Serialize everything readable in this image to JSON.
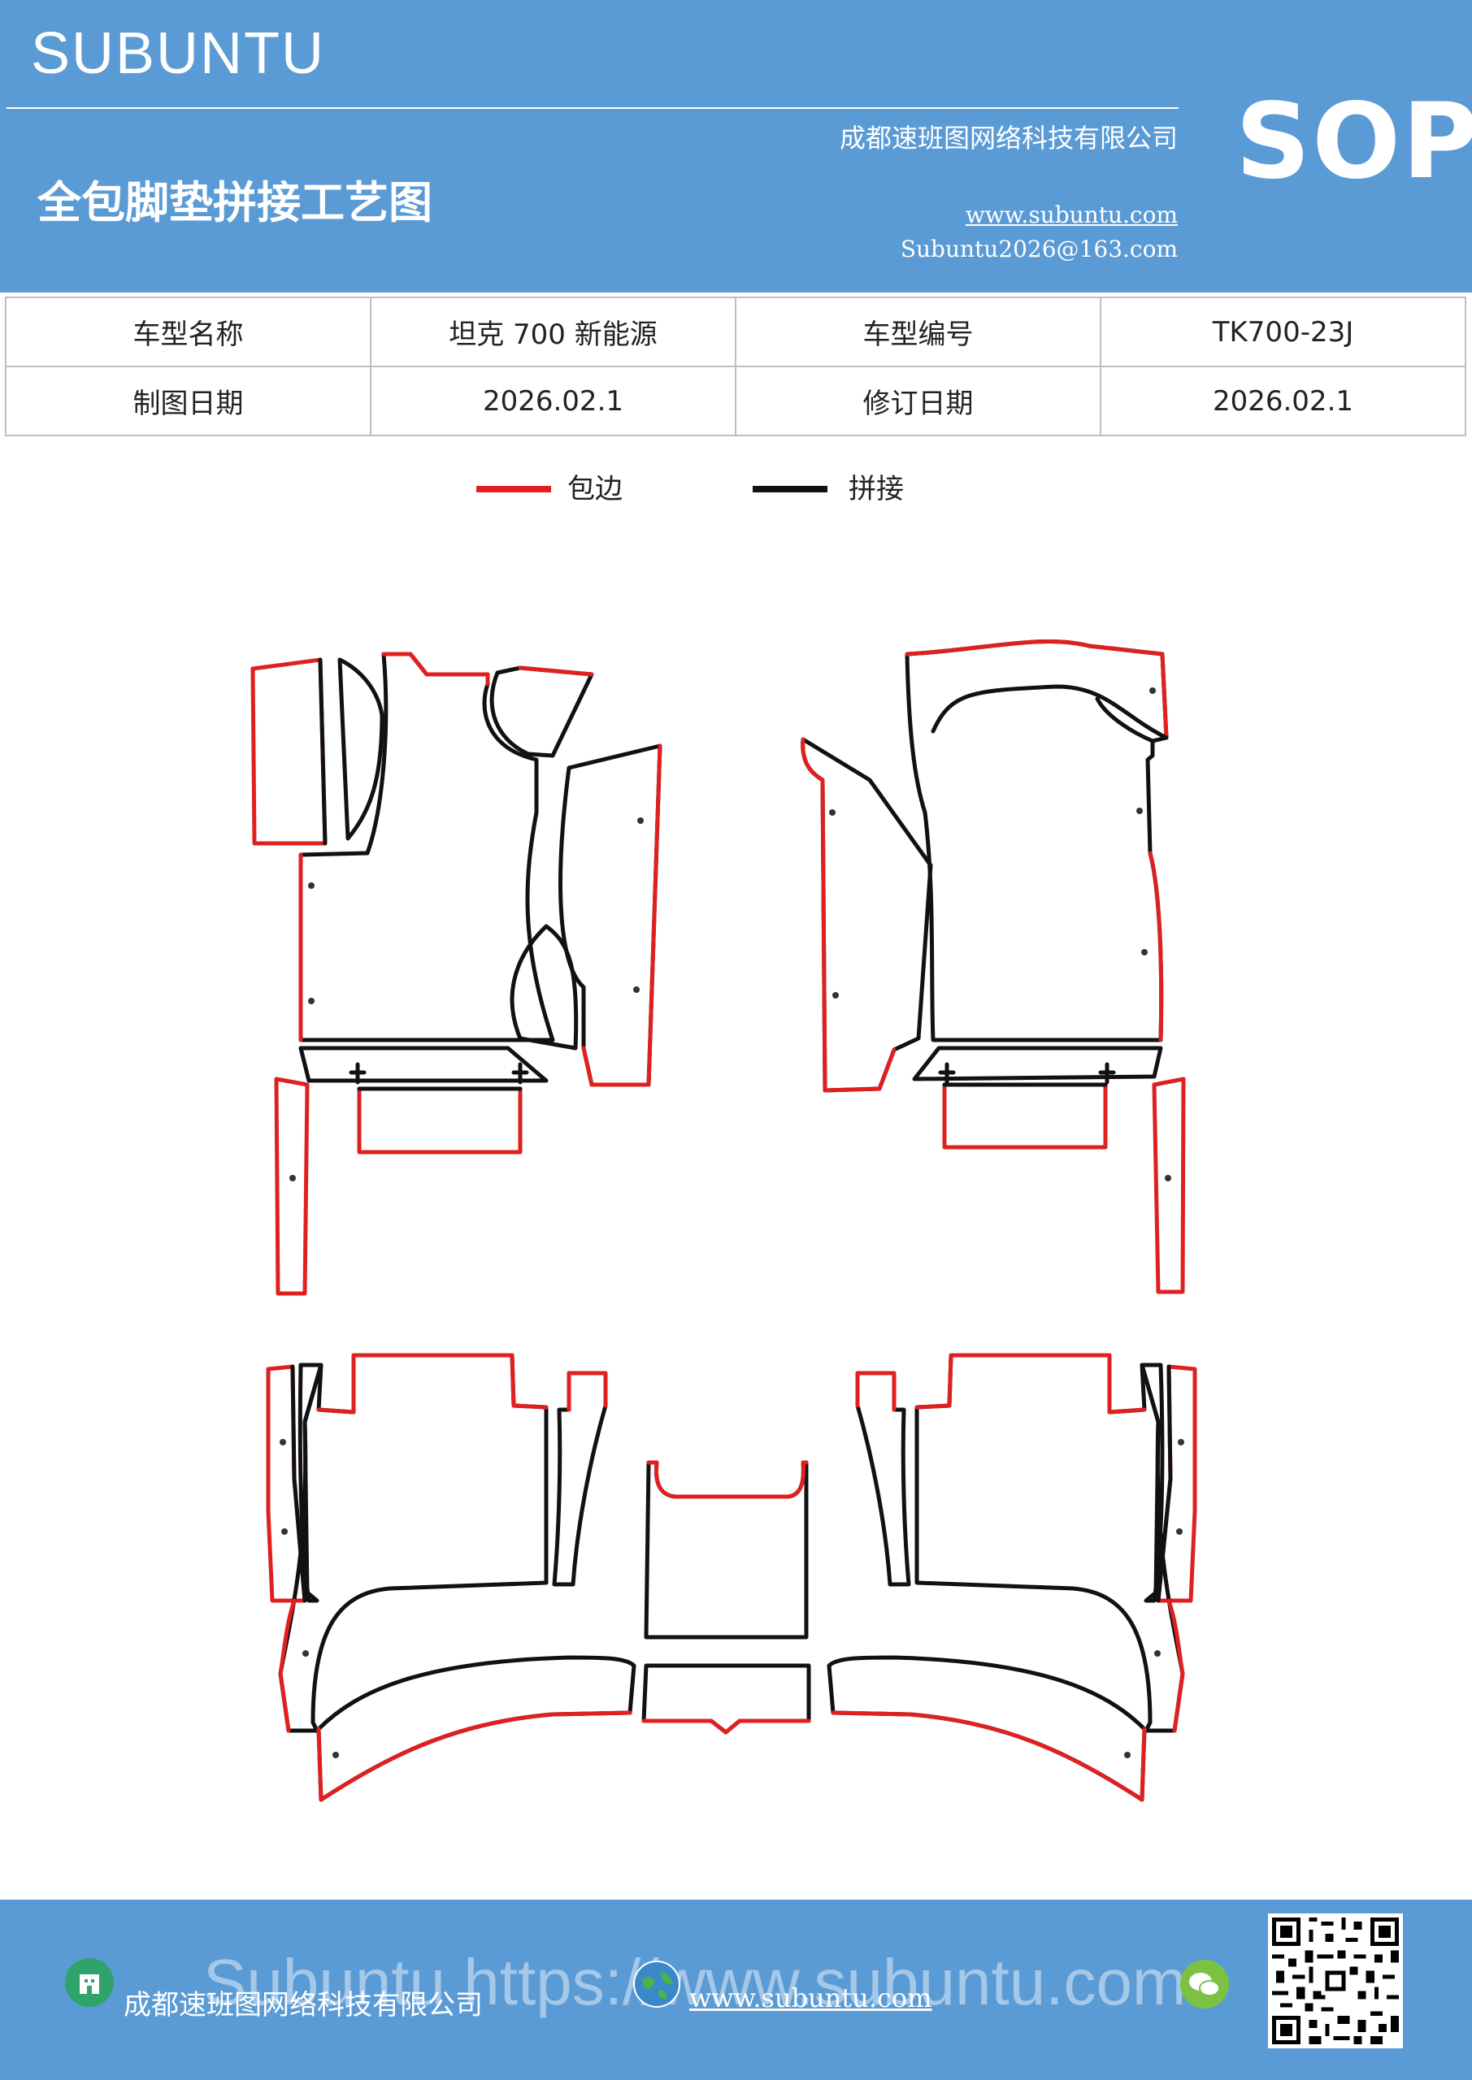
{
  "header": {
    "brand": "SUBUNTU",
    "company": "成都速班图网络科技有限公司",
    "title": "全包脚垫拼接工艺图",
    "website": "www.subuntu.com",
    "email": "Subuntu2026@163.com",
    "badge": "SOP"
  },
  "info_table": {
    "rows": [
      [
        "车型名称",
        "坦克 700 新能源",
        "车型编号",
        "TK700-23J"
      ],
      [
        "制图日期",
        "2026.02.1",
        "修订日期",
        "2026.02.1"
      ]
    ]
  },
  "legend": {
    "items": [
      {
        "label": "包边",
        "color": "#e02020"
      },
      {
        "label": "拼接",
        "color": "#111111"
      }
    ]
  },
  "footer": {
    "company": "成都速班图网络科技有限公司",
    "website": "www.subuntu.com",
    "watermark": "Subuntu https://www.subuntu.com",
    "icons": [
      "building-icon",
      "globe-icon",
      "wechat-icon"
    ]
  },
  "colors": {
    "banner": "#5b9bd5",
    "edge": "#e02020",
    "seam": "#111111"
  }
}
